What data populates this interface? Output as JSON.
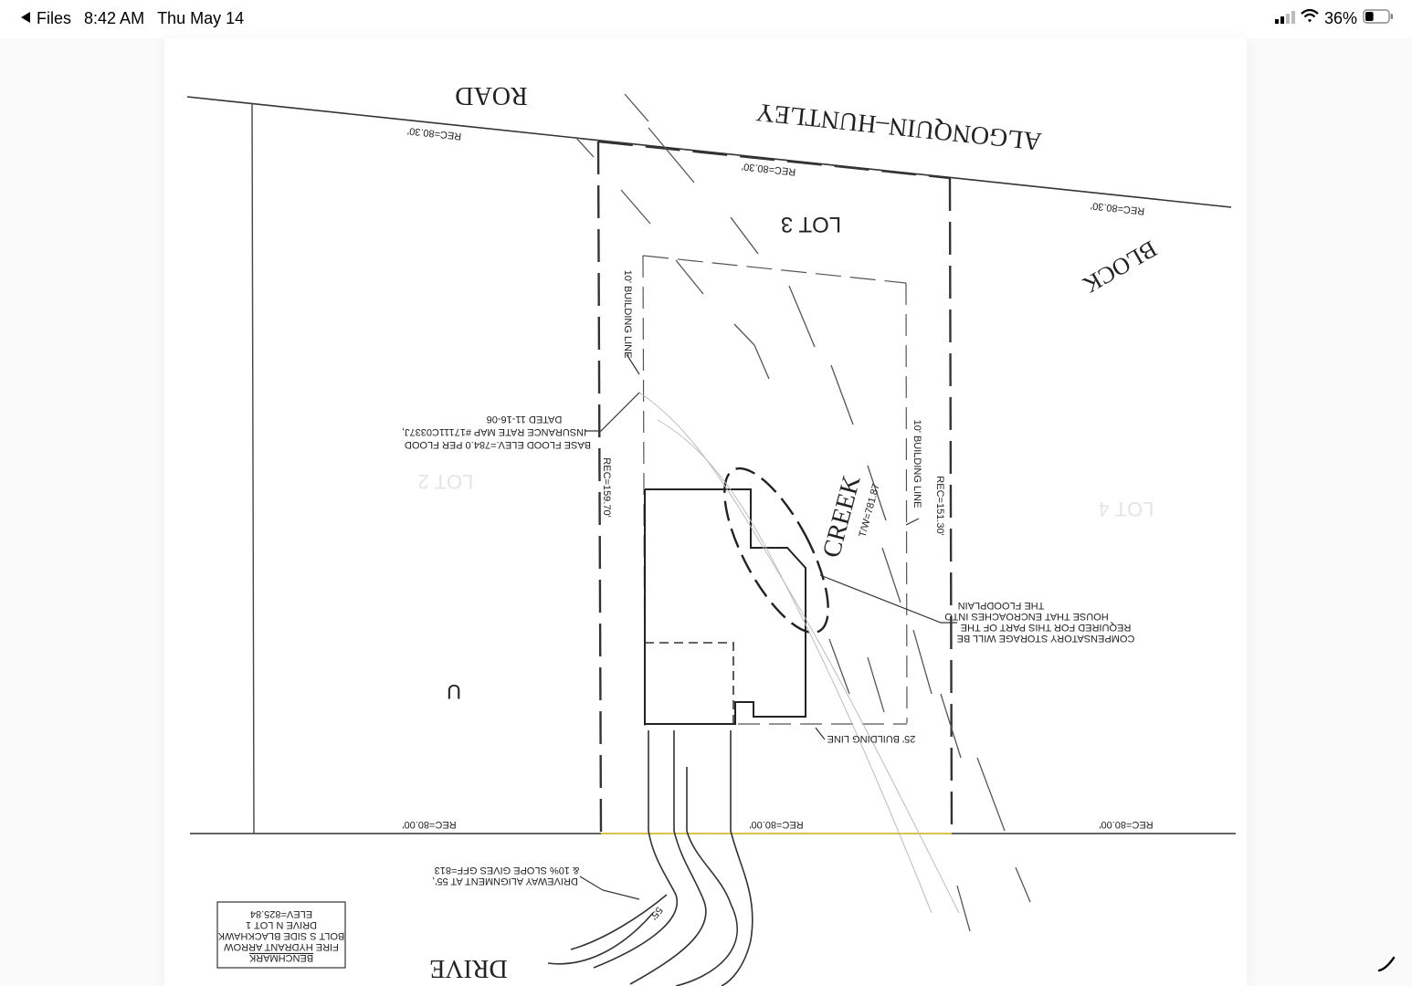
{
  "status_bar": {
    "back_label": "Files",
    "time": "8:42 AM",
    "date": "Thu May 14",
    "battery_percent": "36%",
    "battery_level": 0.36,
    "icons": [
      "back-arrow-icon",
      "cellular-signal-icon",
      "wifi-icon",
      "battery-icon"
    ]
  },
  "plan": {
    "road_top_1": "ROAD",
    "road_top_2": "ALGONQUIN–HUNTLEY",
    "block": "BLOCK",
    "drive": "DRIVE",
    "lot3": "LOT 3",
    "lot2": "LOT 2",
    "lot4": "LOT 4",
    "u_mark": "U",
    "creek": "CREEK",
    "creek_sub": "T/W=781.87",
    "rec_top_left": "REC=80.30'",
    "rec_top_mid": "REC=80.30'",
    "rec_top_right": "REC=80.30'",
    "rec_bottom_left": "REC=80.00'",
    "rec_bottom_mid": "REC=80.00'",
    "rec_bottom_right": "REC=80.00'",
    "rec_left_side": "REC=159.70'",
    "rec_right_side": "REC=151.30'",
    "building_line_left": "10' BUILDING LINE",
    "building_line_right": "10' BUILDING LINE",
    "building_line_bottom": "25' BUILDING LINE",
    "flood_note": [
      "BASE FLOOD ELEV.=784.0 PER FLOOD",
      "INSURANCE RATE MAP #17111C0337J,",
      "DATED 11-16-06"
    ],
    "storage_note": [
      "COMPENSATORY STORAGE WILL BE",
      "REQUIRED FOR THIS PART OF THE",
      "HOUSE THAT ENCROACHES INTO",
      "THE FLOODPLAIN"
    ],
    "driveway_note": [
      "DRIVEWAY ALIGNMENT AT 55',",
      "& 10% SLOPE GIVES GFF=813"
    ],
    "drive_55": "55'",
    "benchmark": [
      "BENCHMARK",
      "FIRE HYDRANT ARROW",
      "BOLT S SIDE BLACKHAWK",
      "DRIVE N LOT 1",
      "ELEV=825.84"
    ]
  }
}
